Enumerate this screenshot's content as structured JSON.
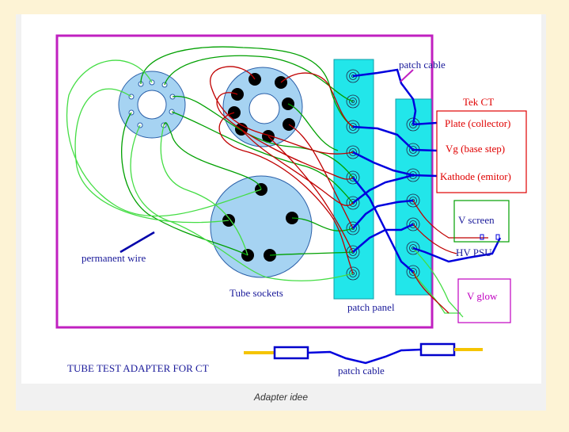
{
  "caption": "Adapter idee",
  "labels": {
    "patch_cable_top": "patch cable",
    "tek_ct": "Tek CT",
    "plate": "Plate (collector)",
    "vg": "Vg (base step)",
    "kathode": "Kathode (emitor)",
    "v_screen": "V screen",
    "hv_psu": "HV  PSU",
    "v_glow": "V glow",
    "permanent_wire": "permanent wire",
    "tube_sockets": "Tube sockets",
    "patch_panel": "patch panel",
    "title": "TUBE TEST ADAPTER FOR CT",
    "patch_cable_bottom": "patch cable"
  },
  "colors": {
    "frame": "#c020c0",
    "panel": "#22e6ea",
    "socket": "#a6d3f2",
    "blue_wire": "#0000dd",
    "red_wire": "#c00000",
    "green_wire": "#00a000",
    "light_green_wire": "#44dd44",
    "yellow_plug": "#f5c400",
    "label_blue": "#1a1a9a",
    "label_red": "#e00000",
    "label_magenta": "#c000c0"
  }
}
